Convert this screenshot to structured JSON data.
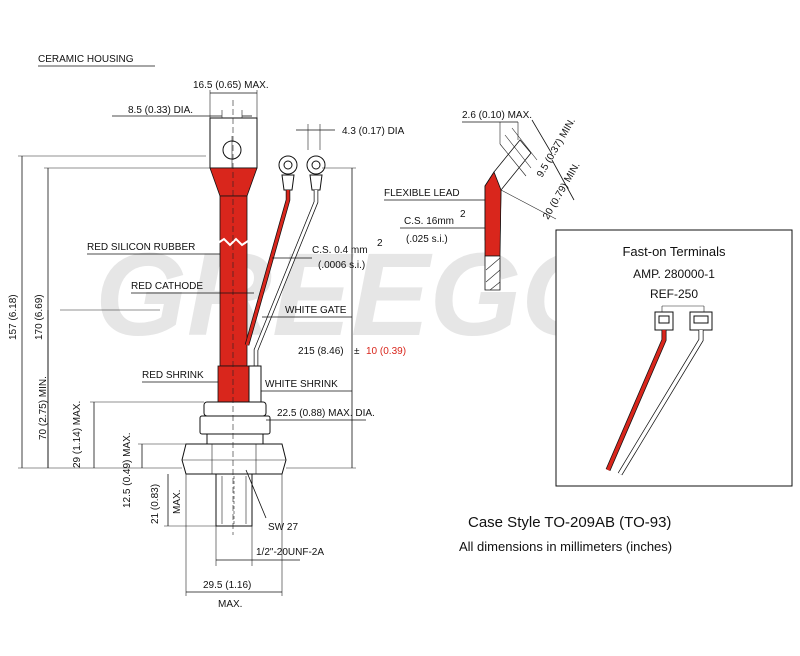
{
  "header": {
    "ceramic_housing": "CERAMIC HOUSING"
  },
  "dims": {
    "top_width": "16.5 (0.65) MAX.",
    "hole_dia": "8.5 (0.33) DIA.",
    "ring_dia": "4.3 (0.17) DIA",
    "len_157": "157 (6.18)",
    "len_170": "170 (6.69)",
    "len_70": "70 (2.75) MIN.",
    "len_29": "29 (1.14) MAX.",
    "len_12_5": "12.5 (0.49) MAX.",
    "len_21": "21 (0.83)",
    "len_21_max": "MAX.",
    "lead_len": "215 (8.46)",
    "lead_pm": "±",
    "lead_tol": "10 (0.39)",
    "body_dia": "22.5 (0.88) MAX. DIA.",
    "width_29_5": "29.5 (1.16)",
    "width_max": "MAX.",
    "thread": "1/2\"-20UNF-2A",
    "sw": "SW 27"
  },
  "labels": {
    "red_silicon_rubber": "RED SILICON RUBBER",
    "red_cathode": "RED CATHODE",
    "white_gate": "WHITE GATE",
    "red_shrink": "RED SHRINK",
    "white_shrink": "WHITE SHRINK",
    "cs_04": "C.S. 0.4 mm",
    "cs_04_sup": "2",
    "cs_04_in": "(.0006 s.i.)"
  },
  "lead_detail": {
    "width": "2.6 (0.10) MAX.",
    "len_9_5": "9.5 (0.37) MIN.",
    "len_20": "20 (0.79) MIN.",
    "flexible_lead": "FLEXIBLE LEAD",
    "cs_16": "C.S. 16mm",
    "cs_16_sup": "2",
    "cs_16_in": "(.025 s.i.)"
  },
  "fast_on": {
    "title": "Fast-on Terminals",
    "amp": "AMP. 280000-1",
    "ref": "REF-250"
  },
  "caption": {
    "case_style": "Case Style TO-209AB (TO-93)",
    "dims_note": "All dimensions in millimeters (inches)"
  },
  "watermark": {
    "text": "GREEGOO"
  },
  "colors": {
    "red": "#d9261c",
    "watermark": "#bfbfbf"
  }
}
